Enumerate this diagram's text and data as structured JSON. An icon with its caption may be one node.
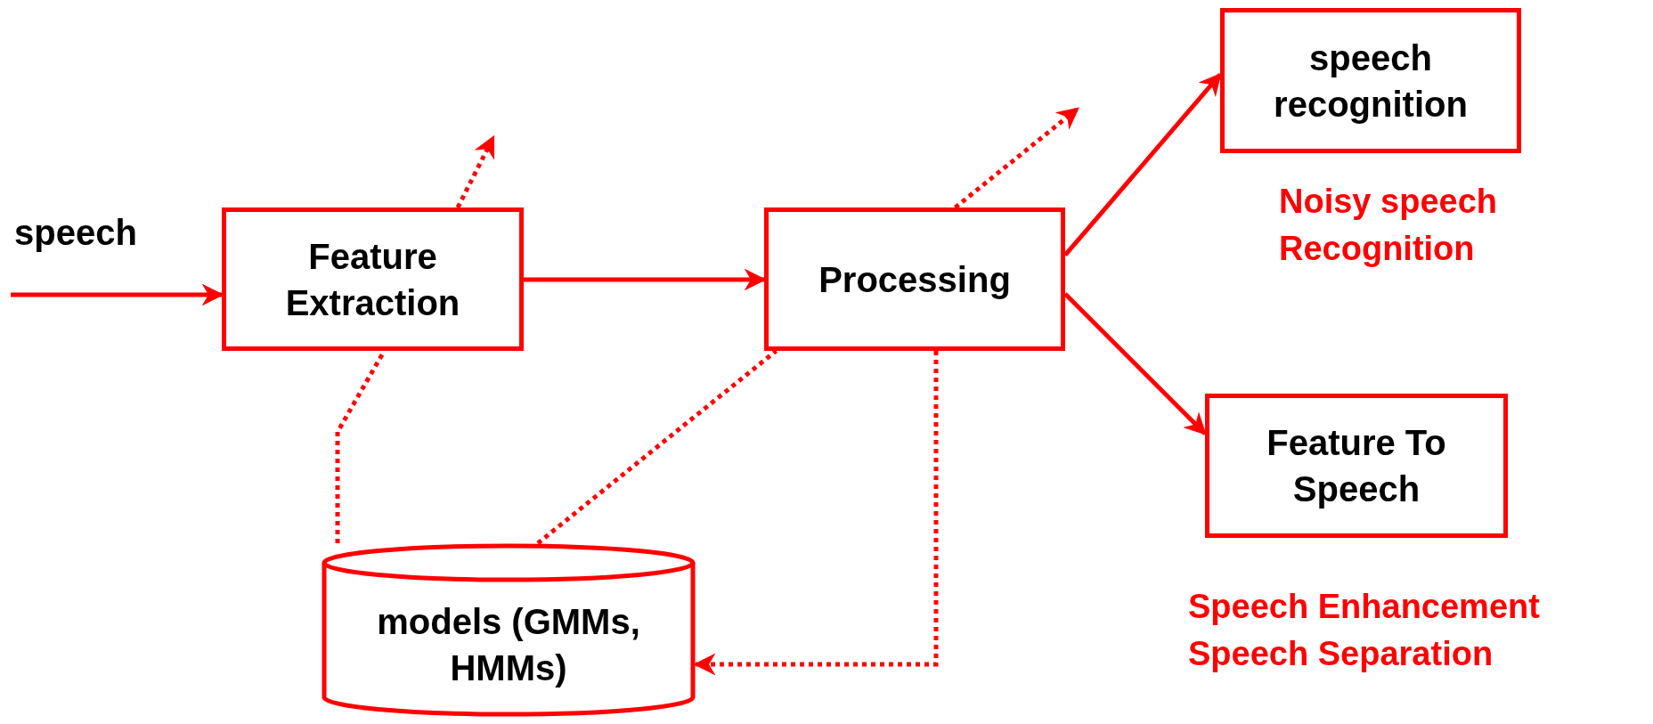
{
  "diagram": {
    "nodes": [
      {
        "text": [
          "Feature Extraction"
        ]
      },
      {
        "text": [
          "Processing"
        ]
      },
      {
        "text": [
          "speech recognition"
        ],
        "beside": [
          "Noisy speech Recognition"
        ]
      },
      {
        "text": [
          "Feature To Speech"
        ],
        "beside": [
          "Speech Enhancement Speech Separation"
        ]
      },
      {
        "text": [
          "models (GMMs, HMMs)"
        ]
      }
    ],
    "edges": [
      {
        "from": null,
        "to": 0,
        "arrow": "to",
        "label": "speech"
      },
      {
        "from": 0,
        "to": 1,
        "arrow": "to"
      },
      {
        "from": 1,
        "to": 2,
        "arrow": "to"
      },
      {
        "from": 1,
        "to": 3,
        "arrow": "to"
      },
      {
        "from": 0,
        "to": null,
        "arrow": "to",
        "style": "dashed"
      },
      {
        "from": 1,
        "to": null,
        "arrow": "to",
        "style": "dashed"
      },
      {
        "from": 4,
        "to": 0,
        "arrow": "none",
        "style": "dashed"
      },
      {
        "from": 4,
        "to": 1,
        "arrow": "none",
        "style": "dashed"
      },
      {
        "from": 1,
        "to": 4,
        "arrow": "to",
        "style": "dashed"
      }
    ]
  }
}
